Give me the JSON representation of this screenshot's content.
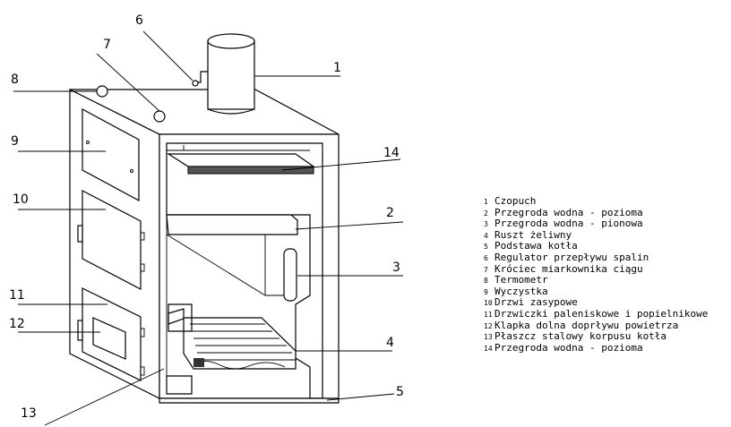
{
  "callouts": [
    "1",
    "2",
    "3",
    "4",
    "5",
    "6",
    "7",
    "8",
    "9",
    "10",
    "11",
    "12",
    "13",
    "14"
  ],
  "legend": [
    {
      "num": "1",
      "text": "Czopuch"
    },
    {
      "num": "2",
      "text": "Przegroda wodna - pozioma"
    },
    {
      "num": "3",
      "text": "Przegroda wodna - pionowa"
    },
    {
      "num": "4",
      "text": "Ruszt żeliwny"
    },
    {
      "num": "5",
      "text": "Podstawa kotła"
    },
    {
      "num": "6",
      "text": "Regulator przepływu spalin"
    },
    {
      "num": "7",
      "text": "Króciec miarkownika ciągu"
    },
    {
      "num": "8",
      "text": "Termometr"
    },
    {
      "num": "9",
      "text": "Wyczystka"
    },
    {
      "num": "10",
      "text": "Drzwi zasypowe"
    },
    {
      "num": "11",
      "text": "Drzwiczki paleniskowe i popielnikowe"
    },
    {
      "num": "12",
      "text": "Klapka dolna doprływu powietrza"
    },
    {
      "num": "13",
      "text": "Płaszcz stalowy korpusu kotła"
    },
    {
      "num": "14",
      "text": "Przegroda wodna - pozioma"
    }
  ]
}
